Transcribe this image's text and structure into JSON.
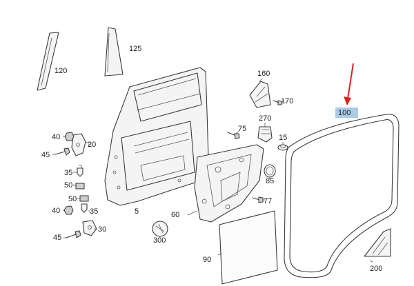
{
  "diagram": {
    "labels": {
      "p5": "5",
      "p15": "15",
      "p20": "20",
      "p30": "30",
      "p35a": "35",
      "p35b": "35",
      "p40a": "40",
      "p40b": "40",
      "p45a": "45",
      "p45b": "45",
      "p50a": "50",
      "p50b": "50",
      "p60": "60",
      "p75": "75",
      "p77": "77",
      "p85": "85",
      "p90": "90",
      "p100": "100",
      "p120": "120",
      "p125": "125",
      "p160": "160",
      "p170": "170",
      "p200": "200",
      "p270": "270",
      "p300": "300"
    },
    "colors": {
      "line": "#3a3a3a",
      "highlight": "#a9cbe6",
      "arrow": "#e01f1f"
    },
    "highlighted_label": "100"
  }
}
